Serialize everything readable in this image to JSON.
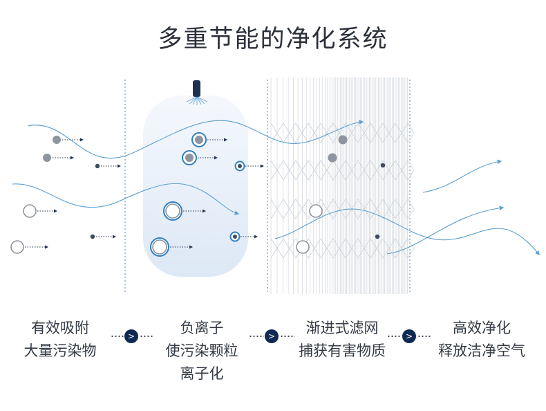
{
  "title": "多重节能的净化系统",
  "steps": [
    {
      "lines": [
        "有效吸附",
        "大量污染物"
      ]
    },
    {
      "lines": [
        "负离子",
        "使污染颗粒",
        "离子化"
      ]
    },
    {
      "lines": [
        "渐进式滤网",
        "捕获有害物质"
      ]
    },
    {
      "lines": [
        "高效净化",
        "释放洁净空气"
      ]
    }
  ],
  "connectors": [
    ">",
    ">",
    ">"
  ],
  "colors": {
    "flow_line": "#5b9fd0",
    "particle_gray": "#8f959e",
    "ion_ring": "#2f7fc1",
    "badge": "#0f2a52",
    "chamber": "#e6effa"
  }
}
